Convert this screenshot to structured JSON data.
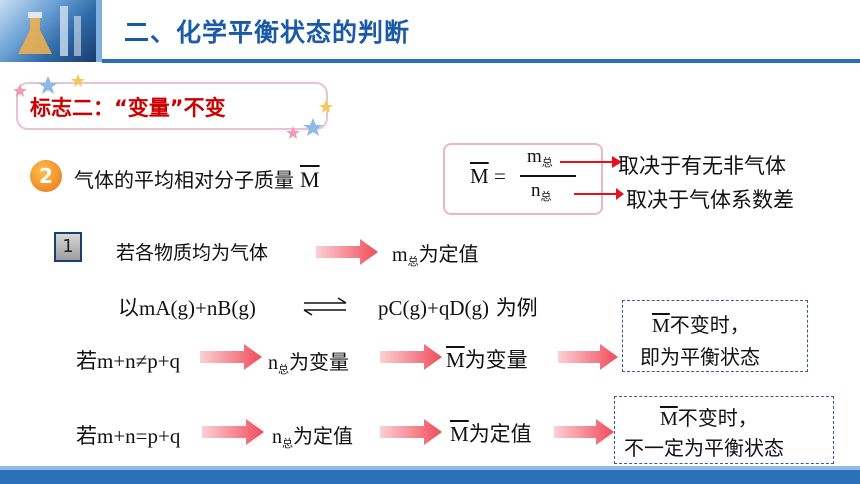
{
  "header": {
    "title": "二、化学平衡状态的判断"
  },
  "badge": {
    "text": "标志二：“变量”不变"
  },
  "item2": {
    "number": "2",
    "text": "气体的平均相对分子质量",
    "symbol": "M"
  },
  "formula": {
    "lhs": "M",
    "eq": "=",
    "num_base": "m",
    "num_sub": "总",
    "den_base": "n",
    "den_sub": "总",
    "note_top": "取决于有无非气体",
    "note_bottom": "取决于气体系数差"
  },
  "step1": {
    "number": "1",
    "text": "若各物质均为气体",
    "result_base": "m",
    "result_sub": "总",
    "result_tail": "为定值"
  },
  "reaction": {
    "prefix": "以",
    "left": "mA(g)+nB(g)",
    "right": "pC(g)+qD(g)",
    "suffix": "为例"
  },
  "case1": {
    "prefix": "若",
    "condition": "m+n≠p+q",
    "n_base": "n",
    "n_sub": "总",
    "n_tail": "为变量",
    "m_symbol": "M",
    "m_tail": "为变量",
    "box_line1_symbol": "M",
    "box_line1_tail": "不变时，",
    "box_line2": "即为平衡状态"
  },
  "case2": {
    "prefix": "若",
    "condition": "m+n=p+q",
    "n_base": "n",
    "n_sub": "总",
    "n_tail": "为定值",
    "m_symbol": "M",
    "m_tail": "为定值",
    "box_line1_symbol": "M",
    "box_line1_tail": "不变时，",
    "box_line2": "不一定为平衡状态"
  },
  "colors": {
    "accent_blue": "#2a6fb8",
    "title_blue": "#1a5aa6",
    "red": "#e8101d",
    "arrow_pink": "#f2707a"
  }
}
